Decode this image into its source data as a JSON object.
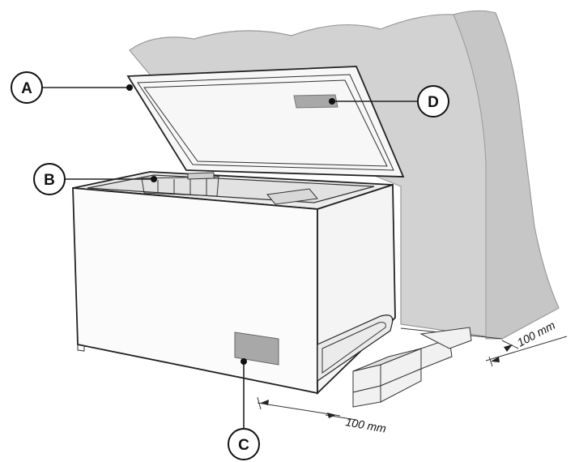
{
  "callouts": {
    "a": "A",
    "b": "B",
    "c": "C",
    "d": "D"
  },
  "clearances": {
    "side": "100 mm",
    "back": "100 mm"
  },
  "colors": {
    "wall": "#d2d2d2",
    "wall_edge": "#9a9a9a",
    "freezer_body": "#fbfbfb",
    "freezer_side": "#f4f4f4",
    "label_plate": "#a8a8a8",
    "outline": "#222222"
  }
}
